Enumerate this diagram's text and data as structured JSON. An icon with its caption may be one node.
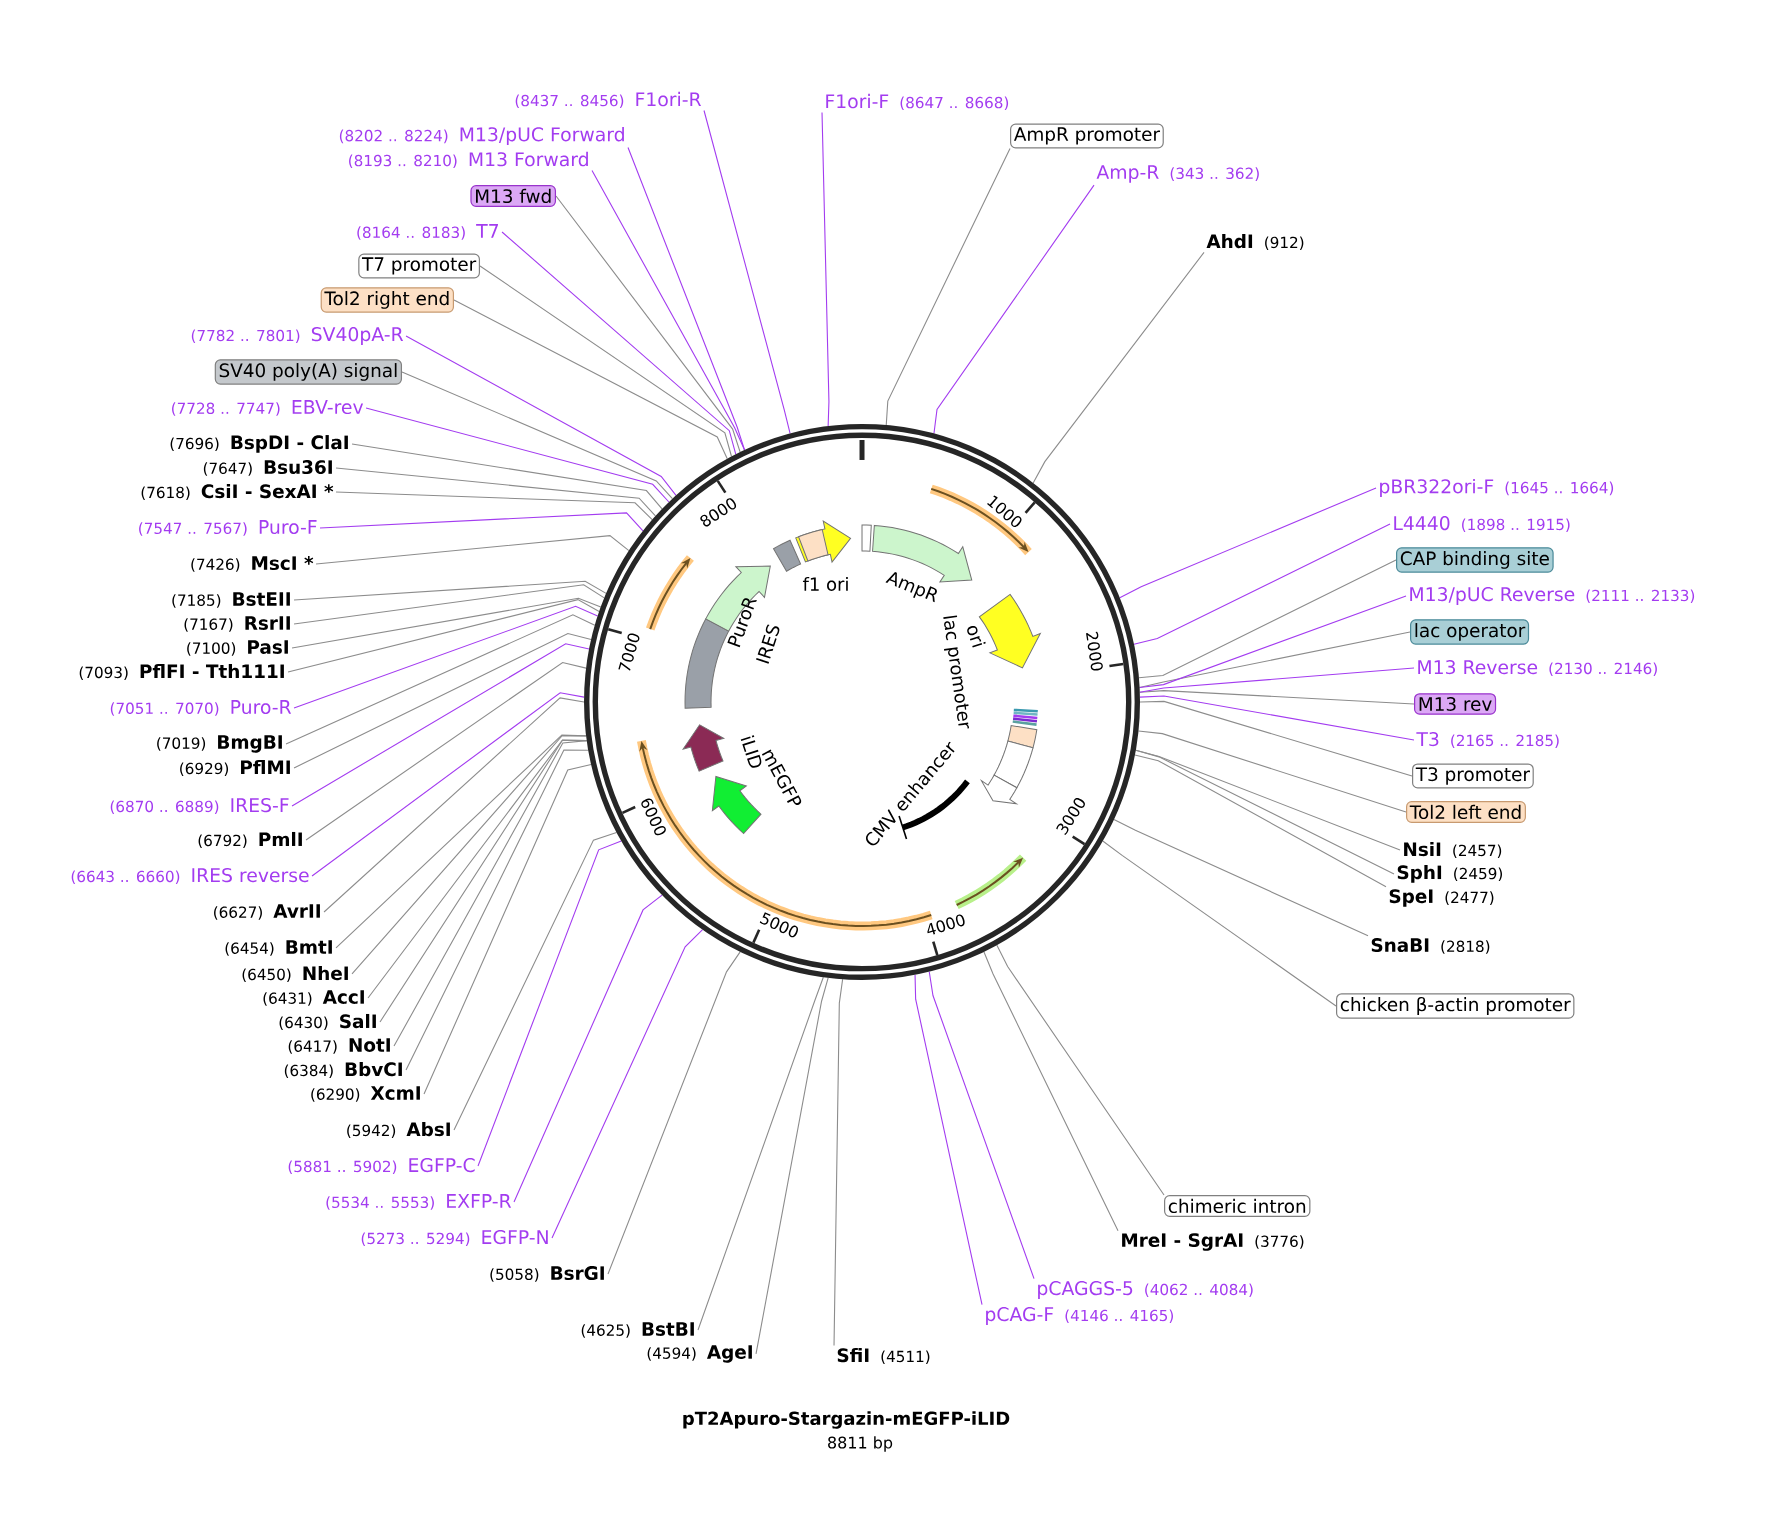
{
  "diagram": {
    "title": "pT2Apuro-Stargazin-mEGFP-iLID",
    "caption": "8811 bp",
    "nodes": [
      {
        "text": [
          "(8437 .. 8456)",
          "F1ori-R"
        ]
      },
      {
        "text": [
          "(8202 .. 8224)",
          "M13/pUC Forward"
        ]
      },
      {
        "text": [
          "(8193 .. 8210)",
          "M13 Forward"
        ]
      },
      {
        "text": [
          "M13 fwd"
        ]
      },
      {
        "text": [
          "(8164 .. 8183)",
          "T7"
        ]
      },
      {
        "text": [
          "T7 promoter"
        ]
      },
      {
        "text": [
          "Tol2 right end"
        ]
      },
      {
        "text": [
          "(7782 .. 7801)",
          "SV40pA-R"
        ]
      },
      {
        "text": [
          "SV40 poly(A) signal"
        ]
      },
      {
        "text": [
          "(7728 .. 7747)",
          "EBV-rev"
        ]
      },
      {
        "text": [
          "(7696)",
          "BspDI - ClaI"
        ]
      },
      {
        "text": [
          "(7647)",
          "Bsu36I"
        ]
      },
      {
        "text": [
          "(7618)",
          "CsiI - SexAI *"
        ]
      },
      {
        "text": [
          "(7547 .. 7567)",
          "Puro-F"
        ]
      },
      {
        "text": [
          "(7426)",
          "MscI *"
        ]
      },
      {
        "text": [
          "(7185)",
          "BstEII"
        ]
      },
      {
        "text": [
          "(7167)",
          "RsrII"
        ]
      },
      {
        "text": [
          "(7100)",
          "PasI"
        ]
      },
      {
        "text": [
          "(7093)",
          "PflFI - Tth111I"
        ]
      },
      {
        "text": [
          "(7051 .. 7070)",
          "Puro-R"
        ]
      },
      {
        "text": [
          "(7019)",
          "BmgBI"
        ]
      },
      {
        "text": [
          "(6929)",
          "PflMI"
        ]
      },
      {
        "text": [
          "(6870 .. 6889)",
          "IRES-F"
        ]
      },
      {
        "text": [
          "(6792)",
          "PmlI"
        ]
      },
      {
        "text": [
          "(6643 .. 6660)",
          "IRES reverse"
        ]
      },
      {
        "text": [
          "(6627)",
          "AvrII"
        ]
      },
      {
        "text": [
          "(6454)",
          "BmtI"
        ]
      },
      {
        "text": [
          "(6450)",
          "NheI"
        ]
      },
      {
        "text": [
          "(6431)",
          "AccI"
        ]
      },
      {
        "text": [
          "(6430)",
          "SalI"
        ]
      },
      {
        "text": [
          "(6417)",
          "NotI"
        ]
      },
      {
        "text": [
          "(6384)",
          "BbvCI"
        ]
      },
      {
        "text": [
          "(6290)",
          "XcmI"
        ]
      },
      {
        "text": [
          "(5942)",
          "AbsI"
        ]
      },
      {
        "text": [
          "(5881 .. 5902)",
          "EGFP-C"
        ]
      },
      {
        "text": [
          "(5534 .. 5553)",
          "EXFP-R"
        ]
      },
      {
        "text": [
          "(5273 .. 5294)",
          "EGFP-N"
        ]
      },
      {
        "text": [
          "(5058)",
          "BsrGI"
        ]
      },
      {
        "text": [
          "(4625)",
          "BstBI"
        ]
      },
      {
        "text": [
          "(4594)",
          "AgeI"
        ]
      },
      {
        "text": [
          "SfiI",
          "(4511)"
        ]
      },
      {
        "text": [
          "pCAG-F",
          "(4146 .. 4165)"
        ]
      },
      {
        "text": [
          "pCAGGS-5",
          "(4062 .. 4084)"
        ]
      },
      {
        "text": [
          "MreI - SgrAI",
          "(3776)"
        ]
      },
      {
        "text": [
          "chimeric intron"
        ]
      },
      {
        "text": [
          "chicken β-actin promoter"
        ]
      },
      {
        "text": [
          "SnaBI",
          "(2818)"
        ]
      },
      {
        "text": [
          "SpeI",
          "(2477)"
        ]
      },
      {
        "text": [
          "SphI",
          "(2459)"
        ]
      },
      {
        "text": [
          "NsiI",
          "(2457)"
        ]
      },
      {
        "text": [
          "Tol2 left end"
        ]
      },
      {
        "text": [
          "T3 promoter"
        ]
      },
      {
        "text": [
          "T3",
          "(2165 .. 2185)"
        ]
      },
      {
        "text": [
          "M13 rev"
        ]
      },
      {
        "text": [
          "M13 Reverse",
          "(2130 .. 2146)"
        ]
      },
      {
        "text": [
          "lac operator"
        ]
      },
      {
        "text": [
          "M13/pUC Reverse",
          "(2111 .. 2133)"
        ]
      },
      {
        "text": [
          "CAP binding site"
        ]
      },
      {
        "text": [
          "L4440",
          "(1898 .. 1915)"
        ]
      },
      {
        "text": [
          "pBR322ori-F",
          "(1645 .. 1664)"
        ]
      },
      {
        "text": [
          "AhdI",
          "(912)"
        ]
      },
      {
        "text": [
          "Amp-R",
          "(343 .. 362)"
        ]
      },
      {
        "text": [
          "AmpR promoter"
        ]
      },
      {
        "text": [
          "F1ori-F",
          "(8647 .. 8668)"
        ]
      },
      {
        "text": [],
        "shape": "circle"
      }
    ],
    "edges": [
      {
        "from": 0,
        "to": 64,
        "arrow": "none",
        "color": "#a33cf0"
      },
      {
        "from": 1,
        "to": 64,
        "arrow": "none",
        "color": "#a33cf0"
      },
      {
        "from": 2,
        "to": 64,
        "arrow": "none",
        "color": "#a33cf0"
      },
      {
        "from": 3,
        "to": 64,
        "arrow": "none"
      },
      {
        "from": 4,
        "to": 64,
        "arrow": "none",
        "color": "#a33cf0"
      },
      {
        "from": 5,
        "to": 64,
        "arrow": "none"
      },
      {
        "from": 6,
        "to": 64,
        "arrow": "none"
      },
      {
        "from": 7,
        "to": 64,
        "arrow": "none",
        "color": "#a33cf0"
      },
      {
        "from": 8,
        "to": 64,
        "arrow": "none"
      },
      {
        "from": 9,
        "to": 64,
        "arrow": "none",
        "color": "#a33cf0"
      },
      {
        "from": 10,
        "to": 64,
        "arrow": "none"
      },
      {
        "from": 11,
        "to": 64,
        "arrow": "none"
      },
      {
        "from": 12,
        "to": 64,
        "arrow": "none"
      },
      {
        "from": 13,
        "to": 64,
        "arrow": "none",
        "color": "#a33cf0"
      },
      {
        "from": 14,
        "to": 64,
        "arrow": "none"
      },
      {
        "from": 15,
        "to": 64,
        "arrow": "none"
      },
      {
        "from": 16,
        "to": 64,
        "arrow": "none"
      },
      {
        "from": 17,
        "to": 64,
        "arrow": "none"
      },
      {
        "from": 18,
        "to": 64,
        "arrow": "none"
      },
      {
        "from": 19,
        "to": 64,
        "arrow": "none",
        "color": "#a33cf0"
      },
      {
        "from": 20,
        "to": 64,
        "arrow": "none"
      },
      {
        "from": 21,
        "to": 64,
        "arrow": "none"
      },
      {
        "from": 22,
        "to": 64,
        "arrow": "none",
        "color": "#a33cf0"
      },
      {
        "from": 23,
        "to": 64,
        "arrow": "none"
      },
      {
        "from": 24,
        "to": 64,
        "arrow": "none",
        "color": "#a33cf0"
      },
      {
        "from": 25,
        "to": 64,
        "arrow": "none"
      },
      {
        "from": 26,
        "to": 64,
        "arrow": "none"
      },
      {
        "from": 27,
        "to": 64,
        "arrow": "none"
      },
      {
        "from": 28,
        "to": 64,
        "arrow": "none"
      },
      {
        "from": 29,
        "to": 64,
        "arrow": "none"
      },
      {
        "from": 30,
        "to": 64,
        "arrow": "none"
      },
      {
        "from": 31,
        "to": 64,
        "arrow": "none"
      },
      {
        "from": 32,
        "to": 64,
        "arrow": "none"
      },
      {
        "from": 33,
        "to": 64,
        "arrow": "none"
      },
      {
        "from": 34,
        "to": 64,
        "arrow": "none",
        "color": "#a33cf0"
      },
      {
        "from": 35,
        "to": 64,
        "arrow": "none",
        "color": "#a33cf0"
      },
      {
        "from": 36,
        "to": 64,
        "arrow": "none",
        "color": "#a33cf0"
      },
      {
        "from": 37,
        "to": 64,
        "arrow": "none"
      },
      {
        "from": 38,
        "to": 64,
        "arrow": "none"
      },
      {
        "from": 39,
        "to": 64,
        "arrow": "none"
      },
      {
        "from": 40,
        "to": 64,
        "arrow": "none"
      },
      {
        "from": 41,
        "to": 64,
        "arrow": "none",
        "color": "#a33cf0"
      },
      {
        "from": 42,
        "to": 64,
        "arrow": "none",
        "color": "#a33cf0"
      },
      {
        "from": 43,
        "to": 64,
        "arrow": "none"
      },
      {
        "from": 44,
        "to": 64,
        "arrow": "none"
      },
      {
        "from": 45,
        "to": 64,
        "arrow": "none"
      },
      {
        "from": 46,
        "to": 64,
        "arrow": "none"
      },
      {
        "from": 47,
        "to": 64,
        "arrow": "none"
      },
      {
        "from": 48,
        "to": 64,
        "arrow": "none"
      },
      {
        "from": 49,
        "to": 64,
        "arrow": "none"
      },
      {
        "from": 50,
        "to": 64,
        "arrow": "none"
      },
      {
        "from": 51,
        "to": 64,
        "arrow": "none"
      },
      {
        "from": 52,
        "to": 64,
        "arrow": "none",
        "color": "#a33cf0"
      },
      {
        "from": 53,
        "to": 64,
        "arrow": "none"
      },
      {
        "from": 54,
        "to": 64,
        "arrow": "none",
        "color": "#a33cf0"
      },
      {
        "from": 55,
        "to": 64,
        "arrow": "none"
      },
      {
        "from": 56,
        "to": 64,
        "arrow": "none",
        "color": "#a33cf0"
      },
      {
        "from": 57,
        "to": 64,
        "arrow": "none"
      },
      {
        "from": 58,
        "to": 64,
        "arrow": "none",
        "color": "#a33cf0"
      },
      {
        "from": 59,
        "to": 64,
        "arrow": "none",
        "color": "#a33cf0"
      },
      {
        "from": 60,
        "to": 64,
        "arrow": "none"
      },
      {
        "from": 61,
        "to": 64,
        "arrow": "none",
        "color": "#a33cf0"
      },
      {
        "from": 62,
        "to": 64,
        "arrow": "none"
      },
      {
        "from": 63,
        "to": 64,
        "arrow": "none",
        "color": "#a33cf0"
      }
    ],
    "labels": [
      "1000",
      "2000",
      "3000",
      "4000",
      "5000",
      "6000",
      "7000",
      "8000",
      "f1 ori",
      "AmpR",
      "ori",
      "lac promoter",
      "CMV enhancer",
      "iLID",
      "mEGFP",
      "PuroR",
      "IRES"
    ]
  }
}
